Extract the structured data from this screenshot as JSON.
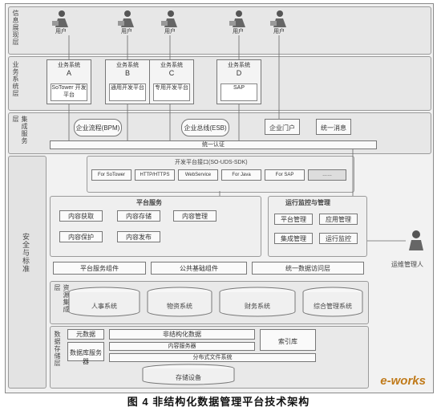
{
  "layers": {
    "info": "信息展现层",
    "business": "业务系统层",
    "integration": "集成服务层",
    "security": "安全与标准",
    "resource": "资源集成层",
    "storage": "数据存储层"
  },
  "users": [
    "用户",
    "用户",
    "用户",
    "用户",
    "用户"
  ],
  "systems": [
    {
      "title": "业务系统",
      "letter": "A",
      "platform": "SoTower 开发平台"
    },
    {
      "title": "业务系统",
      "letter": "B",
      "platform": "通用开发平台"
    },
    {
      "title": "业务系统",
      "letter": "C",
      "platform": "专用开发平台"
    },
    {
      "title": "业务系统",
      "letter": "D",
      "platform": "SAP"
    }
  ],
  "integration": {
    "bpm": "企业流程(BPM)",
    "esb": "企业总线(ESB)",
    "portal": "企业门户",
    "message": "统一消息",
    "sso": "统一认证"
  },
  "dev_interface": {
    "title": "开发平台接口(SO-UDS-SDK)",
    "items": [
      "For SoTower",
      "HTTP/HTTPS",
      "WebService",
      "For Java",
      "For SAP",
      "……"
    ]
  },
  "platform_services": {
    "title": "平台服务",
    "items": [
      "内容获取",
      "内容存储",
      "内容管理",
      "内容保护",
      "内容发布"
    ]
  },
  "ops": {
    "title": "运行监控与管理",
    "items": [
      "平台管理",
      "应用管理",
      "集成管理",
      "运行监控"
    ],
    "actor": "运维管理人"
  },
  "components": [
    "平台服务组件",
    "公共基础组件",
    "统一数据访问层"
  ],
  "resource_dbs": [
    "人事系统",
    "物资系统",
    "财务系统",
    "综合管理系统"
  ],
  "storage": {
    "metadata": "元数据",
    "unstructured": "非结构化数据",
    "backup_server": "数据库服务器",
    "content_server": "内容服务器",
    "index": "索引库",
    "distributed": "分布式文件系统",
    "archive": "存储设备"
  },
  "caption": "图 4   非结构化数据管理平台技术架构",
  "watermark": "e-works"
}
